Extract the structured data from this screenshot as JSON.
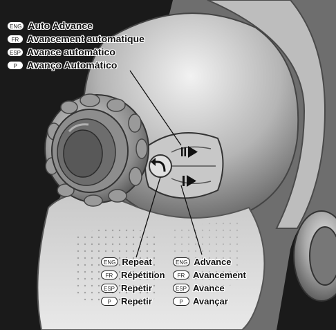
{
  "auto_advance": {
    "lines": [
      {
        "lang": "ENG",
        "text": "Auto Advance"
      },
      {
        "lang": "FR",
        "text": "Avancement automatique"
      },
      {
        "lang": "ESP",
        "text": "Avance automático"
      },
      {
        "lang": "P",
        "text": "Avanço Automático"
      }
    ]
  },
  "repeat": {
    "lines": [
      {
        "lang": "ENG",
        "text": "Repeat"
      },
      {
        "lang": "FR",
        "text": "Répétition"
      },
      {
        "lang": "ESP",
        "text": "Repetir"
      },
      {
        "lang": "P",
        "text": "Repetir"
      }
    ]
  },
  "advance": {
    "lines": [
      {
        "lang": "ENG",
        "text": "Advance"
      },
      {
        "lang": "FR",
        "text": "Avancement"
      },
      {
        "lang": "ESP",
        "text": "Avance"
      },
      {
        "lang": "P",
        "text": "Avançar"
      }
    ]
  },
  "colors": {
    "background": "#1a1a1a",
    "body": "#9a9a9a",
    "highlight": "#d8d8d8"
  },
  "icons": [
    "auto-advance-icon",
    "repeat-icon",
    "advance-icon"
  ]
}
